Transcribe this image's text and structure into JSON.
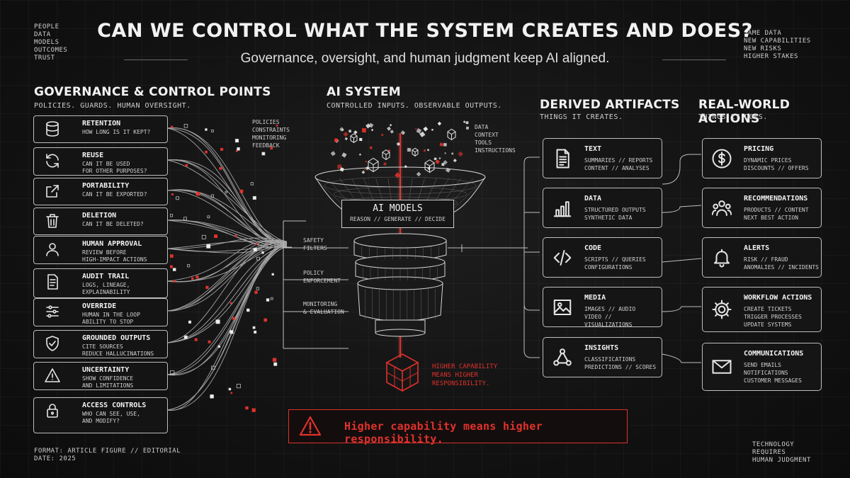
{
  "header": {
    "title": "CAN WE CONTROL WHAT THE SYSTEM CREATES AND DOES?",
    "subtitle": "Governance, oversight, and human judgment keep AI aligned."
  },
  "corners": {
    "top_left": [
      "PEOPLE",
      "DATA",
      "MODELS",
      "OUTCOMES",
      "TRUST"
    ],
    "top_right": [
      "SAME DATA",
      "NEW CAPABILITIES",
      "NEW RISKS",
      "HIGHER STAKES"
    ],
    "bottom_left": [
      "FORMAT: ARTICLE FIGURE // EDITORIAL",
      "DATE: 2025"
    ],
    "bottom_right": [
      "TECHNOLOGY",
      "REQUIRES",
      "HUMAN JUDGMENT"
    ]
  },
  "governance": {
    "title": "GOVERNANCE & CONTROL POINTS",
    "subtitle": "POLICIES. GUARDS. HUMAN OVERSIGHT.",
    "items": [
      {
        "title": "RETENTION",
        "desc": [
          "HOW LONG IS IT KEPT?"
        ],
        "icon": "database-icon"
      },
      {
        "title": "REUSE",
        "desc": [
          "CAN IT BE USED",
          "FOR OTHER PURPOSES?"
        ],
        "icon": "refresh-icon"
      },
      {
        "title": "PORTABILITY",
        "desc": [
          "CAN IT BE EXPORTED?"
        ],
        "icon": "export-icon"
      },
      {
        "title": "DELETION",
        "desc": [
          "CAN IT BE DELETED?"
        ],
        "icon": "trash-icon"
      },
      {
        "title": "HUMAN APPROVAL",
        "desc": [
          "REVIEW BEFORE",
          "HIGH-IMPACT ACTIONS"
        ],
        "icon": "person-icon"
      },
      {
        "title": "AUDIT TRAIL",
        "desc": [
          "LOGS, LINEAGE,",
          "EXPLAINABILITY"
        ],
        "icon": "document-icon"
      },
      {
        "title": "OVERRIDE",
        "desc": [
          "HUMAN IN THE LOOP",
          "ABILITY TO STOP"
        ],
        "icon": "sliders-icon"
      },
      {
        "title": "GROUNDED OUTPUTS",
        "desc": [
          "CITE SOURCES",
          "REDUCE HALLUCINATIONS"
        ],
        "icon": "shield-check-icon"
      },
      {
        "title": "UNCERTAINTY",
        "desc": [
          "SHOW CONFIDENCE",
          "AND LIMITATIONS"
        ],
        "icon": "warning-icon"
      },
      {
        "title": "ACCESS CONTROLS",
        "desc": [
          "WHO CAN SEE, USE,",
          "AND MODIFY?"
        ],
        "icon": "lock-icon"
      }
    ],
    "flow_labels": [
      "POLICIES",
      "CONSTRAINTS",
      "MONITORING",
      "FEEDBACK"
    ]
  },
  "ai_system": {
    "title": "AI SYSTEM",
    "subtitle": "CONTROLLED INPUTS. OBSERVABLE OUTPUTS.",
    "inputs": [
      "DATA",
      "CONTEXT",
      "TOOLS",
      "INSTRUCTIONS"
    ],
    "models_title": "AI MODELS",
    "models_sub": "REASON // GENERATE // DECIDE",
    "layers": [
      [
        "SAFETY",
        "FILTERS"
      ],
      [
        "POLICY",
        "ENFORCEMENT"
      ],
      [
        "MONITORING",
        "& EVALUATION"
      ]
    ],
    "red_note": [
      "HIGHER CAPABILITY",
      "MEANS HIGHER",
      "RESPONSIBILITY."
    ]
  },
  "artifacts": {
    "title": "DERIVED ARTIFACTS",
    "subtitle": "THINGS IT CREATES.",
    "items": [
      {
        "title": "TEXT",
        "desc": [
          "SUMMARIES // REPORTS",
          "CONTENT // ANALYSES"
        ],
        "icon": "text-document-icon"
      },
      {
        "title": "DATA",
        "desc": [
          "STRUCTURED OUTPUTS",
          "SYNTHETIC DATA"
        ],
        "icon": "bar-chart-icon"
      },
      {
        "title": "CODE",
        "desc": [
          "SCRIPTS // QUERIES",
          "CONFIGURATIONS"
        ],
        "icon": "code-icon"
      },
      {
        "title": "MEDIA",
        "desc": [
          "IMAGES // AUDIO",
          "VIDEO // VISUALIZATIONS"
        ],
        "icon": "image-icon"
      },
      {
        "title": "INSIGHTS",
        "desc": [
          "CLASSIFICATIONS",
          "PREDICTIONS // SCORES"
        ],
        "icon": "network-icon"
      }
    ]
  },
  "actions": {
    "title": "REAL-WORLD ACTIONS",
    "subtitle": "THINGS IT DOES.",
    "items": [
      {
        "title": "PRICING",
        "desc": [
          "DYNAMIC PRICES",
          "DISCOUNTS // OFFERS"
        ],
        "icon": "dollar-icon"
      },
      {
        "title": "RECOMMENDATIONS",
        "desc": [
          "PRODUCTS // CONTENT",
          "NEXT BEST ACTION"
        ],
        "icon": "people-icon"
      },
      {
        "title": "ALERTS",
        "desc": [
          "RISK // FRAUD",
          "ANOMALIES // INCIDENTS"
        ],
        "icon": "bell-icon"
      },
      {
        "title": "WORKFLOW ACTIONS",
        "desc": [
          "CREATE TICKETS",
          "TRIGGER PROCESSES",
          "UPDATE SYSTEMS"
        ],
        "icon": "gear-icon"
      },
      {
        "title": "COMMUNICATIONS",
        "desc": [
          "SEND EMAILS",
          "NOTIFICATIONS",
          "CUSTOMER MESSAGES"
        ],
        "icon": "envelope-icon"
      }
    ]
  },
  "banner": {
    "text": "Higher capability means higher responsibility."
  },
  "colors": {
    "accent_red": "#e0322b",
    "line": "#bdbdbd",
    "background": "#121212"
  }
}
